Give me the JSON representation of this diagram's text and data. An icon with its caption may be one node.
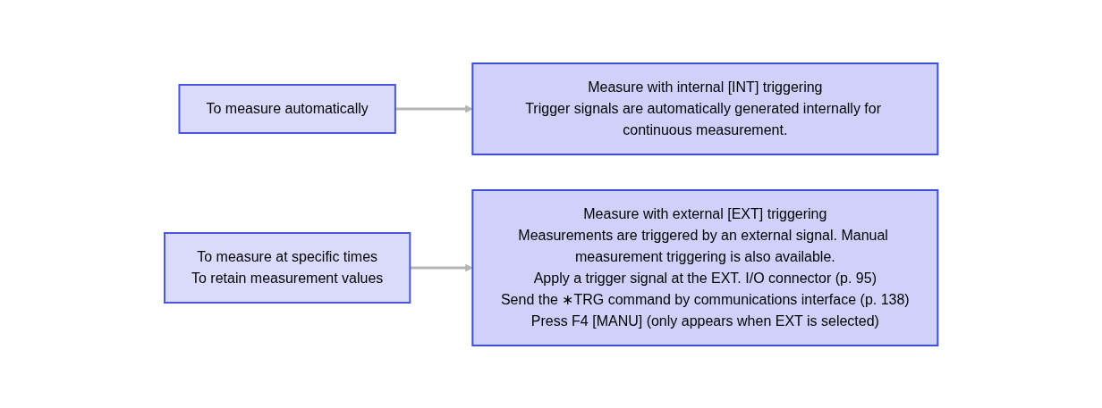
{
  "diagram": {
    "nodes": [
      {
        "text": [
          "To measure automatically"
        ]
      },
      {
        "text": [
          "Measure with internal [INT] triggering",
          "Trigger signals are automatically generated internally for continuous measurement."
        ]
      },
      {
        "text": [
          "To measure at specific times",
          "To retain measurement values"
        ]
      },
      {
        "text": [
          "Measure with external [EXT] triggering",
          "Measurements are triggered by an external signal. Manual measurement triggering is also available.",
          "Apply a trigger signal at the EXT. I/O connector (p. 95)",
          "Send the ∗TRG command by communications interface (p. 138)",
          "Press F4 [MANU] (only appears when EXT is selected)"
        ]
      }
    ],
    "edges": [
      {
        "from": 0,
        "to": 1,
        "arrow": "to"
      },
      {
        "from": 2,
        "to": 3,
        "arrow": "to"
      }
    ]
  }
}
